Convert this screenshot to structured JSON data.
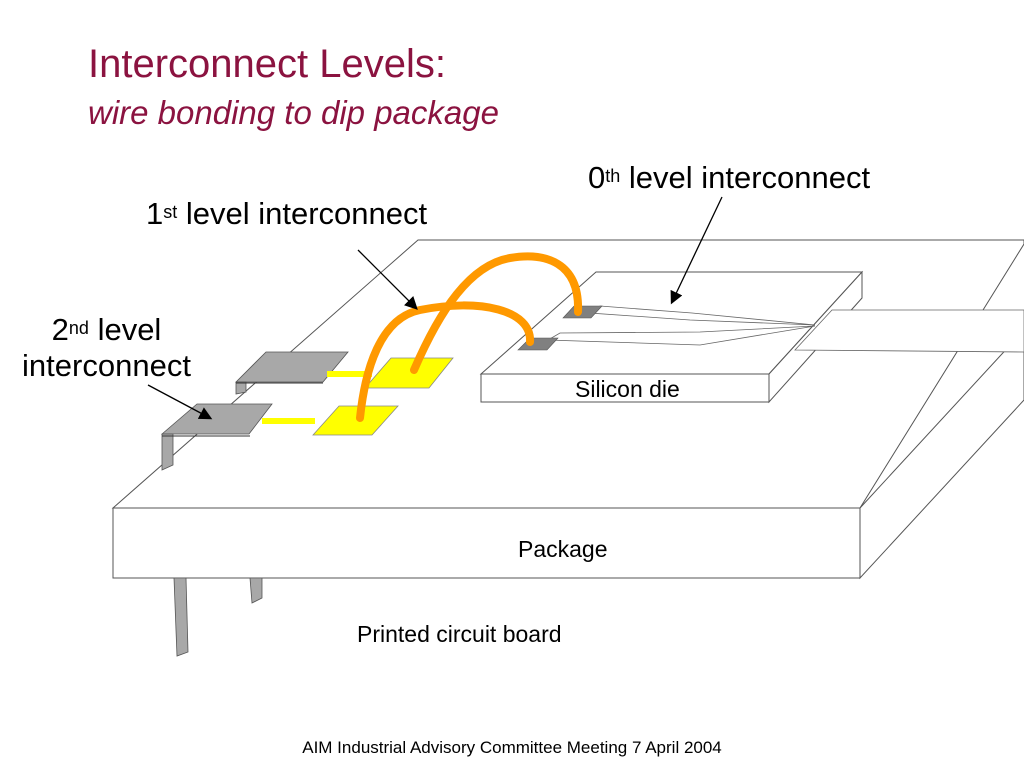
{
  "slide": {
    "title": "Interconnect Levels:",
    "subtitle": "wire bonding to dip package"
  },
  "labels": {
    "level0": {
      "num": "0",
      "sup": "th",
      "text": " level interconnect"
    },
    "level1": {
      "num": "1",
      "sup": "st",
      "text": " level interconnect"
    },
    "level2": {
      "num": "2",
      "sup": "nd",
      "text": " level",
      "line2": "interconnect"
    },
    "silicon_die": "Silicon die",
    "package": "Package",
    "pcb": "Printed circuit board"
  },
  "footer": "AIM Industrial Advisory Committee Meeting 7 April 2004",
  "colors": {
    "title": "#8b1340",
    "wire": "#ff9900",
    "bond_pad": "#ffff00",
    "lead": "#a8a8a8",
    "die_pad": "#808080"
  }
}
